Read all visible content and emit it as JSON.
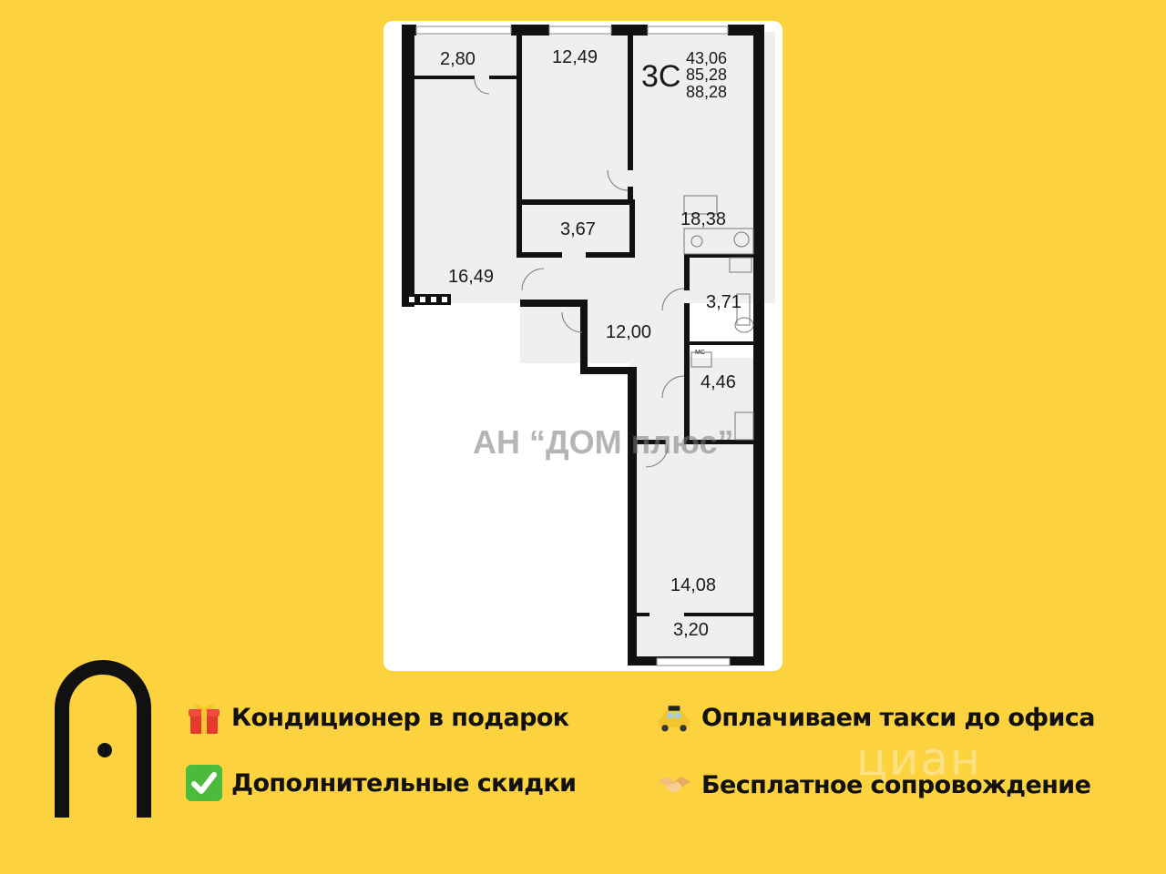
{
  "plan": {
    "type_code": "3С",
    "areas": [
      "43,06",
      "85,28",
      "88,28"
    ],
    "rooms": {
      "balcony_top": "2,80",
      "room_top": "12,49",
      "storage": "3,67",
      "kitchen": "18,38",
      "room_left": "16,49",
      "bath_upper": "3,71",
      "hall": "12,00",
      "bath_lower": "4,46",
      "room_bottom": "14,08",
      "balcony_bottom": "3,20"
    },
    "mc_label": "МС",
    "watermark": "АН “ДОМ плюс”"
  },
  "features": [
    {
      "icon": "gift-icon",
      "label": "Кондиционер в подарок"
    },
    {
      "icon": "taxi-icon",
      "label": "Оплачиваем такси до офиса"
    },
    {
      "icon": "check-mark-icon",
      "label": "Дополнительные скидки"
    },
    {
      "icon": "handshake-icon",
      "label": "Бесплатное сопровождение"
    }
  ],
  "site_watermark": "циан",
  "colors": {
    "background": "#FDD23F",
    "card": "#FFFFFF",
    "walls": "#111111",
    "floor": "#EFEFEF"
  }
}
